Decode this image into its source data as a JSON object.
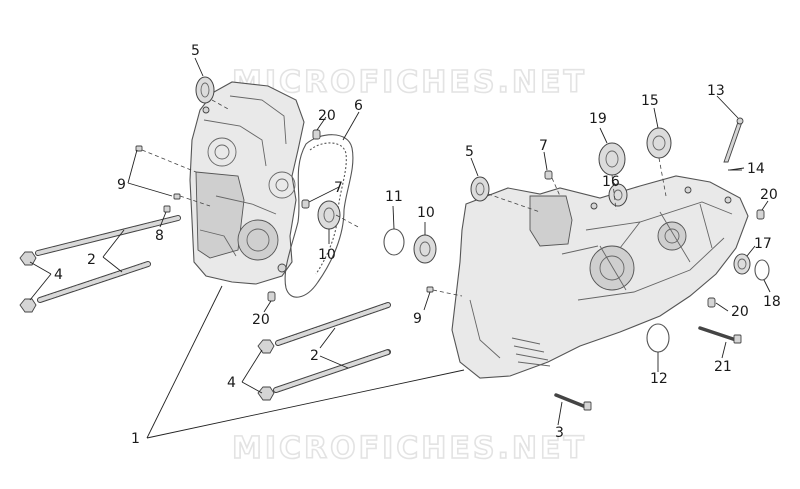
{
  "watermark": {
    "top": "MICROFICHES.NET",
    "bottom": "MICROFICHES.NET"
  },
  "labels": [
    {
      "id": "lbl-1",
      "text": "1"
    },
    {
      "id": "lbl-2a",
      "text": "2"
    },
    {
      "id": "lbl-2b",
      "text": "2"
    },
    {
      "id": "lbl-3",
      "text": "3"
    },
    {
      "id": "lbl-4a",
      "text": "4"
    },
    {
      "id": "lbl-4b",
      "text": "4"
    },
    {
      "id": "lbl-5a",
      "text": "5"
    },
    {
      "id": "lbl-5b",
      "text": "5"
    },
    {
      "id": "lbl-6",
      "text": "6"
    },
    {
      "id": "lbl-7a",
      "text": "7"
    },
    {
      "id": "lbl-7b",
      "text": "7"
    },
    {
      "id": "lbl-8",
      "text": "8"
    },
    {
      "id": "lbl-9a",
      "text": "9"
    },
    {
      "id": "lbl-9b",
      "text": "9"
    },
    {
      "id": "lbl-10a",
      "text": "10"
    },
    {
      "id": "lbl-10b",
      "text": "10"
    },
    {
      "id": "lbl-11",
      "text": "11"
    },
    {
      "id": "lbl-12",
      "text": "12"
    },
    {
      "id": "lbl-13",
      "text": "13"
    },
    {
      "id": "lbl-14",
      "text": "14"
    },
    {
      "id": "lbl-15",
      "text": "15"
    },
    {
      "id": "lbl-16",
      "text": "16"
    },
    {
      "id": "lbl-17",
      "text": "17"
    },
    {
      "id": "lbl-18",
      "text": "18"
    },
    {
      "id": "lbl-19",
      "text": "19"
    },
    {
      "id": "lbl-20a",
      "text": "20"
    },
    {
      "id": "lbl-20b",
      "text": "20"
    },
    {
      "id": "lbl-20c",
      "text": "20"
    },
    {
      "id": "lbl-20d",
      "text": "20"
    },
    {
      "id": "lbl-21",
      "text": "21"
    }
  ]
}
